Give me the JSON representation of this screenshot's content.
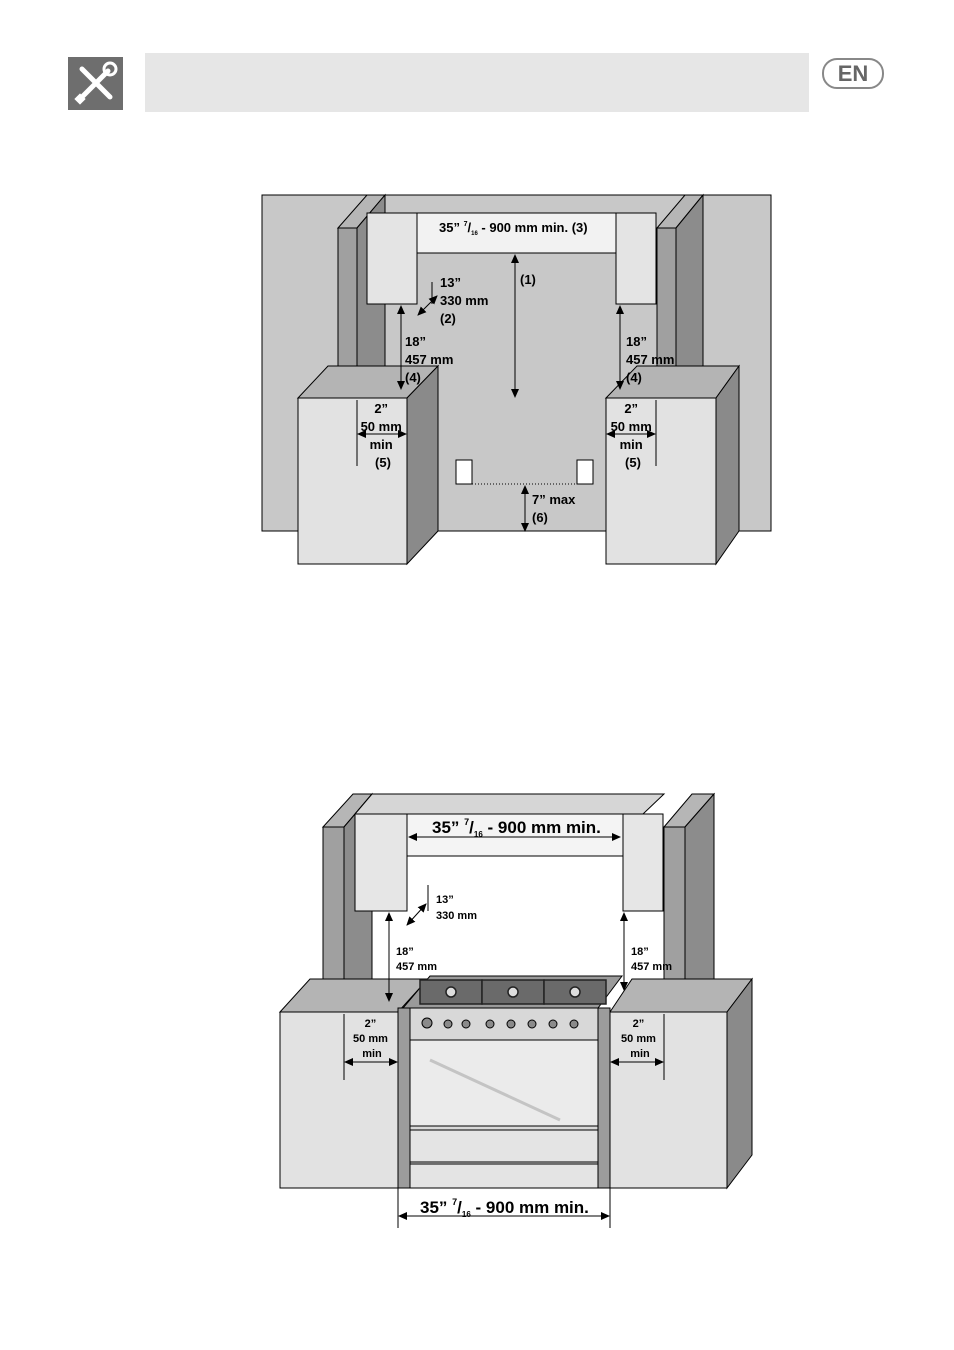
{
  "header": {
    "language_badge": "EN",
    "icon": "tools-icon"
  },
  "figure1": {
    "hood_width_label": {
      "main": "35” ",
      "sup": "7",
      "slash": "/",
      "sub": "16",
      "rest": " - 900 mm min. (3)"
    },
    "height_center_label": "(1)",
    "depth_label": [
      "13”",
      "330 mm",
      "(2)"
    ],
    "left_height_label": [
      "18”",
      "457 mm",
      "(4)"
    ],
    "right_height_label": [
      "18”",
      "457 mm",
      "(4)"
    ],
    "left_clearance_label": [
      "2”",
      "50 mm",
      "min",
      "(5)"
    ],
    "right_clearance_label": [
      "2”",
      "50 mm",
      "min",
      "(5)"
    ],
    "outlet_label": [
      "7” max",
      "(6)"
    ]
  },
  "figure2": {
    "hood_width_label": {
      "main": "35” ",
      "sup": "7",
      "slash": "/",
      "sub": "16",
      "rest": " - 900 mm min."
    },
    "depth_label": [
      "13”",
      "330 mm"
    ],
    "left_height_label": [
      "18”",
      "457 mm"
    ],
    "right_height_label": [
      "18”",
      "457 mm"
    ],
    "left_clearance_label": [
      "2”",
      "50 mm",
      "min"
    ],
    "right_clearance_label": [
      "2”",
      "50 mm",
      "min"
    ],
    "bottom_width_label": {
      "main": "35” ",
      "sup": "7",
      "slash": "/",
      "sub": "16",
      "rest": " - 900 mm min."
    }
  }
}
